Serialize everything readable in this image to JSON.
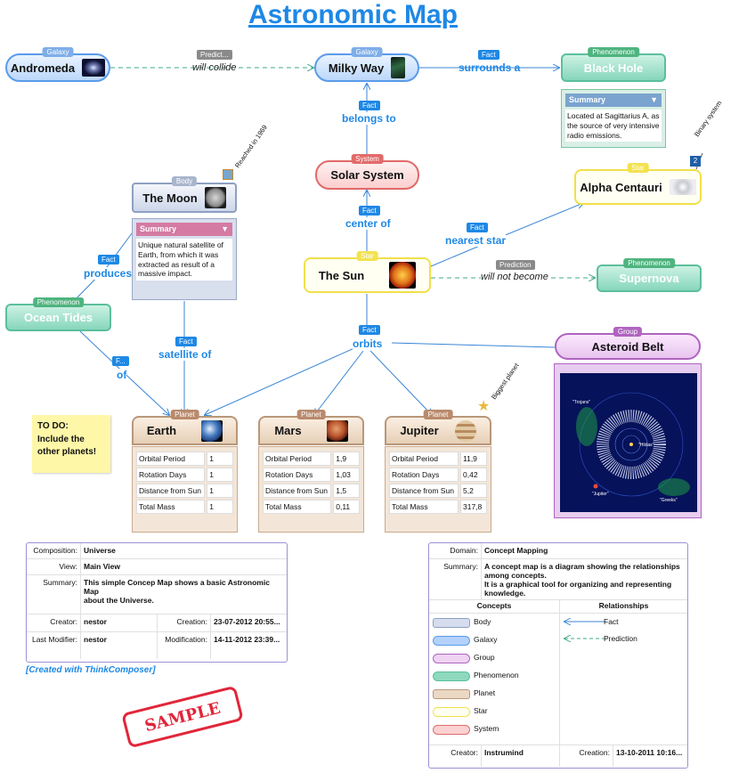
{
  "title": "Astronomic Map",
  "concepts": {
    "andromeda": {
      "name": "Andromeda",
      "tag": "Galaxy"
    },
    "milky_way": {
      "name": "Milky Way",
      "tag": "Galaxy"
    },
    "black_hole": {
      "name": "Black Hole",
      "tag": "Phenomenon"
    },
    "solar_system": {
      "name": "Solar System",
      "tag": "System"
    },
    "alpha_centauri": {
      "name": "Alpha Centauri",
      "tag": "Star",
      "badge": "2",
      "note": "Binary system"
    },
    "the_moon": {
      "name": "The Moon",
      "tag": "Body",
      "note": "Reached in 1969"
    },
    "the_sun": {
      "name": "The Sun",
      "tag": "Star"
    },
    "supernova": {
      "name": "Supernova",
      "tag": "Phenomenon"
    },
    "ocean_tides": {
      "name": "Ocean Tides",
      "tag": "Phenomenon"
    },
    "asteroid_belt": {
      "name": "Asteroid Belt",
      "tag": "Group"
    },
    "earth": {
      "name": "Earth",
      "tag": "Planet"
    },
    "mars": {
      "name": "Mars",
      "tag": "Planet"
    },
    "jupiter": {
      "name": "Jupiter",
      "tag": "Planet",
      "note": "Biggest planet"
    }
  },
  "summaries": {
    "black_hole": {
      "header": "Summary",
      "text": "Located at Sagittarius A, as the source of very intensive radio emissions."
    },
    "the_moon": {
      "header": "Summary",
      "text": "Unique natural satellite of Earth, from which it was extracted as result of a massive impact."
    }
  },
  "relations": {
    "predict_tag": "Predict...",
    "will_collide": "will collide",
    "fact_tag": "Fact",
    "surrounds_a": "surrounds a",
    "belongs_to": "belongs to",
    "center_of": "center of",
    "nearest_star": "nearest star",
    "prediction_tag": "Prediction",
    "will_not_become": "will not become",
    "produces": "produces",
    "orbits": "orbits",
    "satellite_of": "satellite of",
    "f_tag": "F...",
    "of": "of"
  },
  "planet_table": {
    "rows": [
      "Orbital Period",
      "Rotation Days",
      "Distance from Sun",
      "Total Mass"
    ],
    "earth": [
      "1",
      "1",
      "1",
      "1"
    ],
    "mars": [
      "1,9",
      "1,03",
      "1,5",
      "0,11"
    ],
    "jupiter": [
      "11,9",
      "0,42",
      "5,2",
      "317,8"
    ]
  },
  "note": {
    "line1": "TO DO:",
    "line2": "Include the",
    "line3": "other planets!"
  },
  "asteroid_labels": {
    "trojans": "\"Trojans\"",
    "hildas": "\"Hildas\"",
    "greeks": "\"Greeks\"",
    "jupiter": "\"Jupiter\""
  },
  "left_info": {
    "composition_label": "Composition:",
    "composition": "Universe",
    "view_label": "View:",
    "view": "Main View",
    "summary_label": "Summary:",
    "summary_l1": "This simple Concep Map shows a basic Astronomic Map",
    "summary_l2": "about the Universe.",
    "creator_label": "Creator:",
    "creator": "nestor",
    "creation_label": "Creation:",
    "creation": "23-07-2012 20:55...",
    "last_mod_label": "Last Modifier:",
    "last_mod": "nestor",
    "modification_label": "Modification:",
    "modification": "14-11-2012 23:39..."
  },
  "created_with": "[Created with ThinkComposer]",
  "stamp": "SAMPLE",
  "right_info": {
    "domain_label": "Domain:",
    "domain": "Concept Mapping",
    "summary_label": "Summary:",
    "summary_l1": "A concept map is a diagram showing the relationships among concepts.",
    "summary_l2": "It is a graphical tool for organizing and representing knowledge.",
    "concepts_header": "Concepts",
    "relationships_header": "Relationships",
    "legend_concepts": [
      "Body",
      "Galaxy",
      "Group",
      "Phenomenon",
      "Planet",
      "Star",
      "System"
    ],
    "legend_relationships": [
      "Fact",
      "Prediction"
    ],
    "creator_label": "Creator:",
    "creator": "Instrumind",
    "creation_label": "Creation:",
    "creation": "13-10-2011 10:16..."
  },
  "colors": {
    "title": "#1e88e5",
    "fact": "#1e88e5",
    "prediction": "#3fa88a",
    "stamp": "#e1263a"
  }
}
